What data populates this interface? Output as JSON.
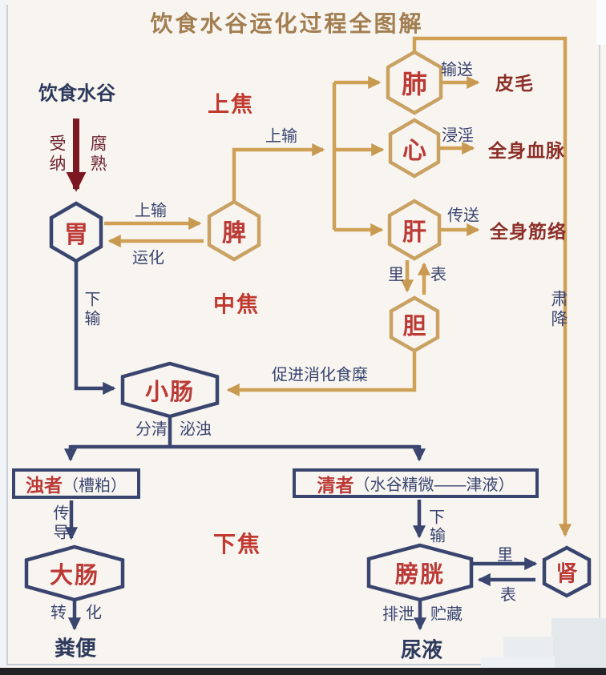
{
  "title": "饮食水谷运化过程全图解",
  "burners": {
    "upper": "上焦",
    "middle": "中焦",
    "lower": "下焦"
  },
  "organs": {
    "stomach": "胃",
    "spleen": "脾",
    "lung": "肺",
    "heart": "心",
    "liver": "肝",
    "gallbladder": "胆",
    "small_intestine": "小肠",
    "large_intestine": "大肠",
    "bladder": "膀胱",
    "kidney": "肾"
  },
  "endpoints": {
    "food": "饮食水谷",
    "skin_hair": "皮毛",
    "body_vessels": "全身血脉",
    "body_sinews": "全身筋络",
    "feces": "粪便",
    "urine": "尿液"
  },
  "boxes": {
    "turbid": {
      "head": "浊者",
      "note": "（槽粕）"
    },
    "clear": {
      "head": "清者",
      "note": "（水谷精微——津液）"
    }
  },
  "flow_labels": {
    "receive": "受纳",
    "ripen": "腐熟",
    "upward_transport_1": "上输",
    "transform": "运化",
    "upward_transport_2": "上输",
    "transport_out": "输送",
    "permeate": "浸淫",
    "convey": "传送",
    "interior_1": "里",
    "exterior_1": "表",
    "descend": "肃降",
    "downward_transport_1": "下输",
    "aid_digestion": "促进消化食糜",
    "separate_clear": "分清",
    "secrete_turbid": "泌浊",
    "conduct": "传导",
    "down_char": "下",
    "transport_char": "输",
    "turn_char": "转",
    "change_char": "化",
    "interior_2": "里",
    "exterior_2": "表",
    "excrete": "排泄",
    "store": "贮藏"
  },
  "colors": {
    "background": "#f8f5f1",
    "tan_line": "#cfa055",
    "navy_line": "#3a4570",
    "organ_red": "#bb3a36",
    "burner_red": "#c13a30",
    "maroon_arrow": "#7d1822",
    "dark_red_text": "#8c2f28",
    "title_brown": "#a27e50"
  }
}
